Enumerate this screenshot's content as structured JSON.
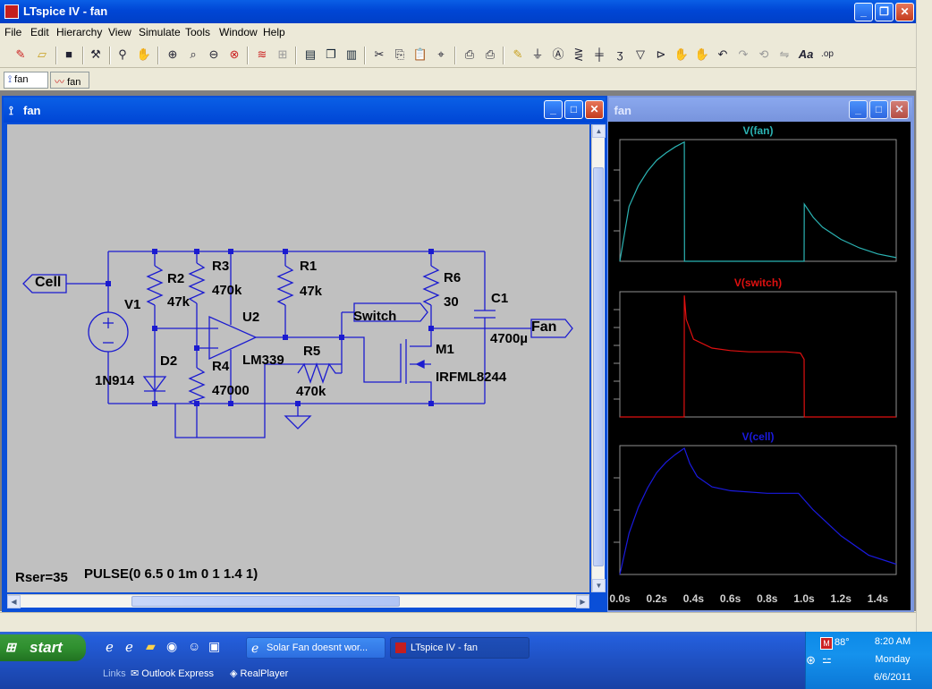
{
  "app": {
    "title": "LTspice IV - fan"
  },
  "menu": [
    "File",
    "Edit",
    "Hierarchy",
    "View",
    "Simulate",
    "Tools",
    "Window",
    "Help"
  ],
  "tabs": [
    "fan",
    "fan"
  ],
  "schematic_window": {
    "title": "fan",
    "labels": {
      "cell": "Cell",
      "switch": "Switch",
      "fan": "Fan",
      "v1": "V1",
      "r2": "R2",
      "r2_val": "47k",
      "r3": "R3",
      "r3_val": "470k",
      "r1": "R1",
      "r1_val": "47k",
      "r6": "R6",
      "r6_val": "30",
      "c1": "C1",
      "c1_val": "4700µ",
      "u2": "U2",
      "u2_part": "LM339",
      "r5": "R5",
      "r5_val": "470k",
      "m1": "M1",
      "m1_part": "IRFML8244",
      "d2": "D2",
      "d2_part": "1N914",
      "r4": "R4",
      "r4_val": "47000",
      "rser": "Rser=35",
      "pulse": "PULSE(0 6.5 0 1m 0 1 1.4 1)"
    }
  },
  "waveform_window": {
    "title": "fan",
    "x_ticks": [
      "0.0s",
      "0.2s",
      "0.4s",
      "0.6s",
      "0.8s",
      "1.0s",
      "1.2s",
      "1.4s"
    ]
  },
  "chart_data": [
    {
      "type": "line",
      "title": "V(fan)",
      "color": "#2bb3b3",
      "x": [
        0.0,
        0.05,
        0.1,
        0.15,
        0.2,
        0.25,
        0.3,
        0.35,
        0.351,
        0.6,
        1.0,
        1.001,
        1.05,
        1.1,
        1.2,
        1.3,
        1.4,
        1.5
      ],
      "y": [
        0.0,
        0.45,
        0.62,
        0.74,
        0.83,
        0.89,
        0.94,
        0.98,
        0.0,
        0.0,
        0.0,
        0.47,
        0.36,
        0.28,
        0.18,
        0.11,
        0.06,
        0.03
      ]
    },
    {
      "type": "line",
      "title": "V(switch)",
      "color": "#e01010",
      "x": [
        0.0,
        0.349,
        0.35,
        0.36,
        0.4,
        0.5,
        0.6,
        0.7,
        0.8,
        0.9,
        0.98,
        1.0,
        1.001,
        1.5
      ],
      "y": [
        0.0,
        0.0,
        0.97,
        0.78,
        0.62,
        0.55,
        0.53,
        0.52,
        0.52,
        0.52,
        0.51,
        0.46,
        0.0,
        0.0
      ]
    },
    {
      "type": "line",
      "title": "V(cell)",
      "color": "#1a1adf",
      "x": [
        0.0,
        0.05,
        0.1,
        0.15,
        0.2,
        0.25,
        0.3,
        0.35,
        0.38,
        0.42,
        0.5,
        0.6,
        0.8,
        0.97,
        1.05,
        1.2,
        1.35,
        1.5
      ],
      "y": [
        0.0,
        0.32,
        0.52,
        0.67,
        0.79,
        0.87,
        0.93,
        0.98,
        0.86,
        0.76,
        0.68,
        0.65,
        0.63,
        0.63,
        0.5,
        0.3,
        0.15,
        0.08
      ]
    }
  ],
  "taskbar": {
    "start": "start",
    "buttons": [
      "Solar Fan doesnt wor...",
      "LTspice IV - fan"
    ],
    "links_label": "Links",
    "links": [
      "Outlook Express",
      "RealPlayer"
    ],
    "clock_time": "8:20 AM",
    "clock_day": "Monday",
    "clock_date": "6/6/2011",
    "temperature": "88°"
  }
}
